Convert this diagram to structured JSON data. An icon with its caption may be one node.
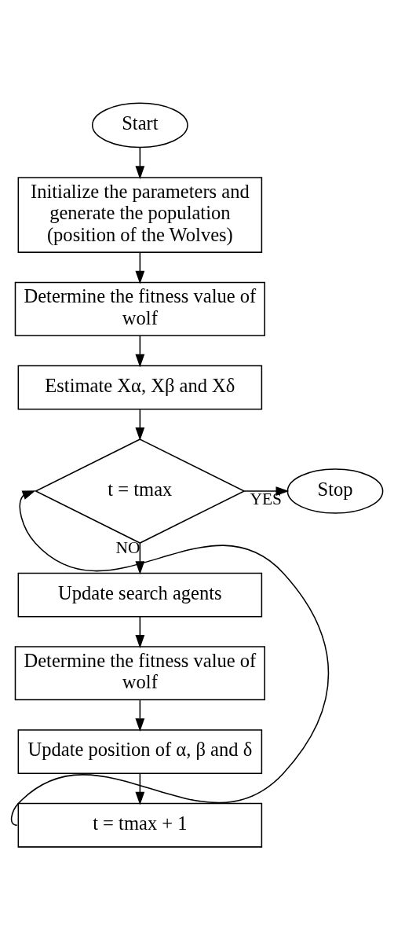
{
  "diagram": {
    "nodes": [
      {
        "text": [
          "Start"
        ]
      },
      {
        "text": [
          "Initialize the parameters and generate the population (position of the Wolves)"
        ]
      },
      {
        "text": [
          "Determine the fitness value of wolf"
        ]
      },
      {
        "text": [
          "Estimate Xα, Xβ and Xδ"
        ]
      },
      {
        "text": [
          "t = tmax"
        ]
      },
      {
        "text": [
          "Stop"
        ]
      },
      {
        "text": [
          "Update search agents"
        ]
      },
      {
        "text": [
          "Determine the fitness value of wolf"
        ]
      },
      {
        "text": [
          "Update position of α, β and δ"
        ]
      },
      {
        "text": [
          "t = tmax + 1"
        ]
      }
    ],
    "edges": [
      {
        "from": 0,
        "to": 1,
        "arrow": "to"
      },
      {
        "from": 1,
        "to": 2,
        "arrow": "to"
      },
      {
        "from": 2,
        "to": 3,
        "arrow": "to"
      },
      {
        "from": 3,
        "to": 4,
        "arrow": "to"
      },
      {
        "from": 4,
        "to": 5,
        "arrow": "to",
        "label": "YES"
      },
      {
        "from": 4,
        "to": 6,
        "arrow": "to",
        "label": "NO"
      },
      {
        "from": 6,
        "to": 7,
        "arrow": "to"
      },
      {
        "from": 7,
        "to": 8,
        "arrow": "to"
      },
      {
        "from": 8,
        "to": 9,
        "arrow": "to"
      },
      {
        "from": 9,
        "to": 4,
        "arrow": "to"
      }
    ]
  }
}
